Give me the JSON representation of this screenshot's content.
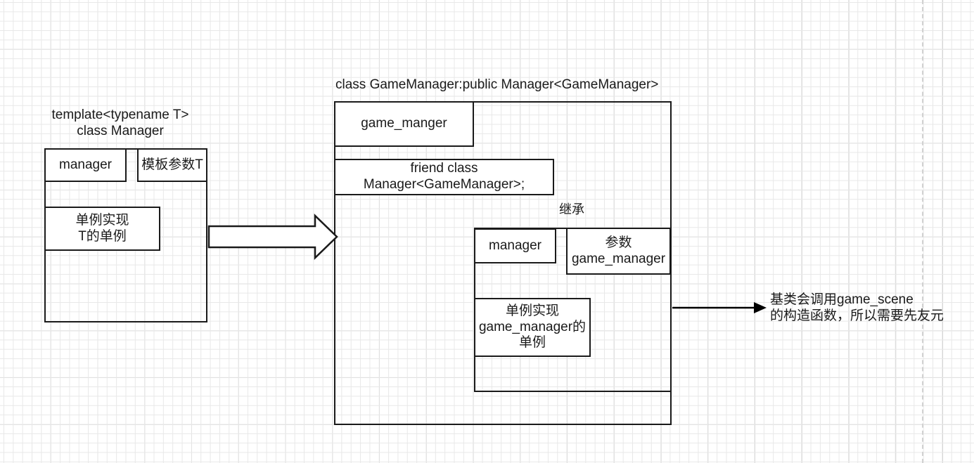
{
  "diagram": {
    "title_left": "template<typename T>\nclass Manager",
    "title_right": "class GameManager:public Manager<GameManager>",
    "inherit_label": "继承",
    "annotation": "基类会调用game_scene\n的构造函数，所以需要先友元",
    "stroke_color": "#1a1a1a",
    "grid_color": "#e8e8e8",
    "grid_major_color": "#c9c9c9",
    "page_break_color": "#d2d2d2"
  },
  "left_class": {
    "header": "manager",
    "template_param": "模板参数T",
    "singleton": "单例实现\nT的单例"
  },
  "right_class": {
    "header": "game_manger",
    "friend": "friend class\nManager<GameManager>;",
    "inner": {
      "header": "manager",
      "param": "参数\ngame_manager",
      "singleton": "单例实现\ngame_manager的\n单例"
    }
  }
}
